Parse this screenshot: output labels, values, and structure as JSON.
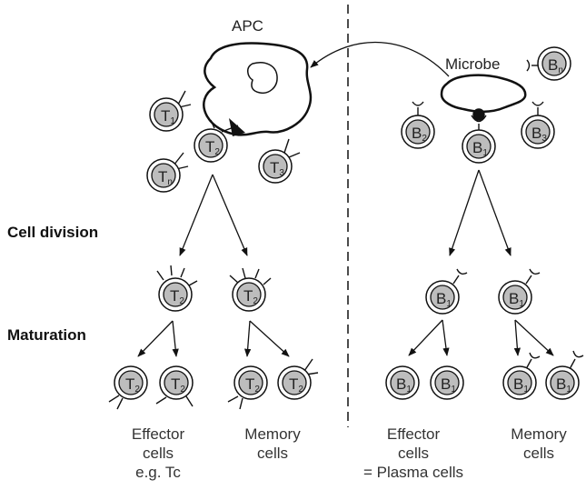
{
  "labels": {
    "apc": "APC",
    "microbe": "Microbe",
    "cell_division": "Cell division",
    "maturation": "Maturation"
  },
  "captions": {
    "t_effector": [
      "Effector",
      "cells",
      "e.g. Tc"
    ],
    "t_memory": [
      "Memory",
      "cells"
    ],
    "b_effector": [
      "Effector",
      "cells",
      "= Plasma cells"
    ],
    "b_memory": [
      "Memory",
      "cells"
    ]
  },
  "cells": {
    "t1": {
      "letter": "T",
      "sub": "1"
    },
    "t2": {
      "letter": "T",
      "sub": "2"
    },
    "t3": {
      "letter": "T",
      "sub": "3"
    },
    "tn": {
      "letter": "T",
      "sub": "n"
    },
    "b1": {
      "letter": "B",
      "sub": "1"
    },
    "b2": {
      "letter": "B",
      "sub": "2"
    },
    "b3": {
      "letter": "B",
      "sub": "3"
    },
    "bn": {
      "letter": "B",
      "sub": "n"
    }
  },
  "colors": {
    "cell_fill": "#bdbdbd",
    "line": "#111111"
  }
}
